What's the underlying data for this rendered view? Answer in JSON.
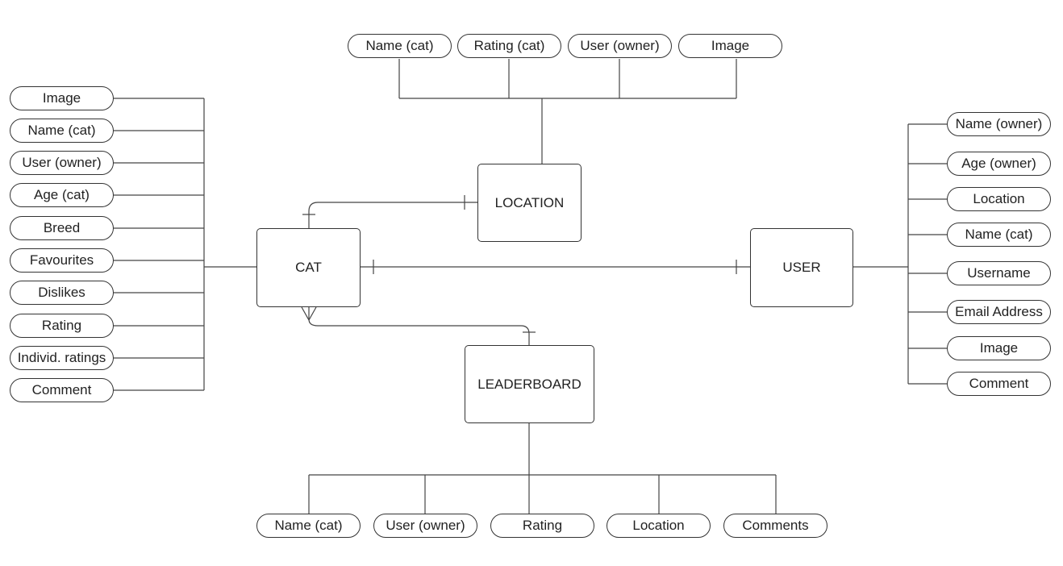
{
  "entities": {
    "cat": "CAT",
    "location": "LOCATION",
    "user": "USER",
    "leaderboard": "LEADERBOARD"
  },
  "cat_attributes": [
    "Image",
    "Name (cat)",
    "User (owner)",
    "Age (cat)",
    "Breed",
    "Favourites",
    "Dislikes",
    "Rating",
    "Individ. ratings",
    "Comment"
  ],
  "location_attributes": [
    "Name (cat)",
    "Rating (cat)",
    "User (owner)",
    "Image"
  ],
  "user_attributes": [
    "Name (owner)",
    "Age (owner)",
    "Location",
    "Name (cat)",
    "Username",
    "Email Address",
    "Image",
    "Comment"
  ],
  "leaderboard_attributes": [
    "Name (cat)",
    "User (owner)",
    "Rating",
    "Location",
    "Comments"
  ]
}
